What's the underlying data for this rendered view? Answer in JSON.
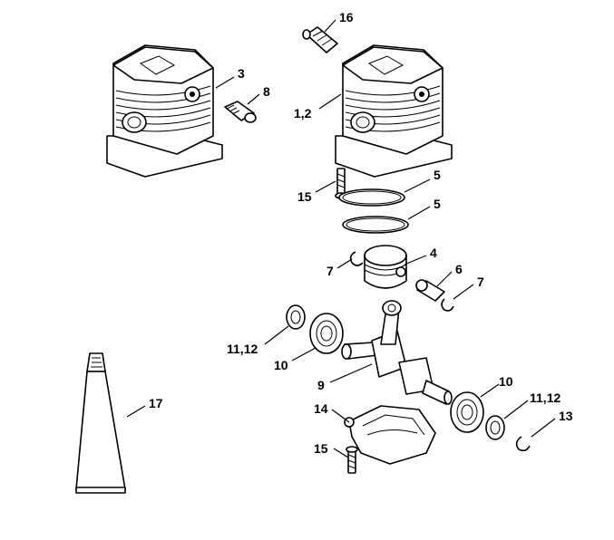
{
  "labels": {
    "l16": "16",
    "l3": "3",
    "l8": "8",
    "l12": "1,2",
    "l5a": "5",
    "l15a": "15",
    "l5b": "5",
    "l4": "4",
    "l7a": "7",
    "l6": "6",
    "l7b": "7",
    "l1112a": "11,12",
    "l10a": "10",
    "l9": "9",
    "l10b": "10",
    "l17": "17",
    "l1112b": "11,12",
    "l14": "14",
    "l13": "13",
    "l15b": "15"
  }
}
